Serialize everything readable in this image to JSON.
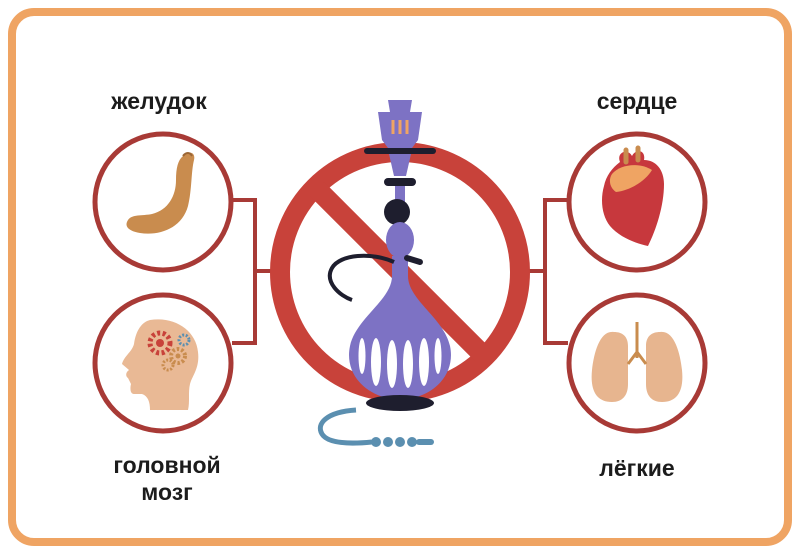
{
  "labels": {
    "stomach": "желудок",
    "heart": "сердце",
    "brain": "головной мозг",
    "lungs": "лёгкие"
  },
  "colors": {
    "frame": "#efa463",
    "ring": "#a83a36",
    "prohibit": "#c8423a",
    "hookah": "#7d72c4",
    "organ": "#c98c4e",
    "heart": "#c7383d",
    "skin": "#e9b995"
  },
  "icons": [
    "stomach-icon",
    "heart-icon",
    "brain-gears-icon",
    "lungs-icon",
    "hookah-icon",
    "prohibition-icon"
  ]
}
